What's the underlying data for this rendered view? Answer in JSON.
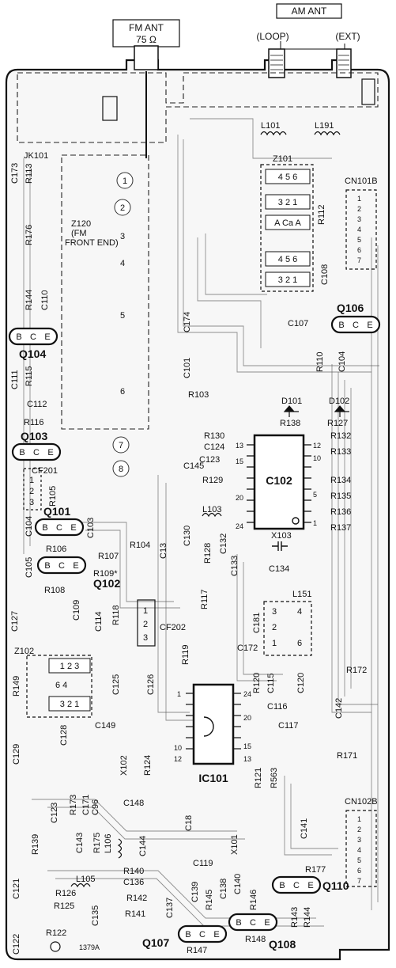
{
  "header": {
    "fm_ant_line1": "FM ANT",
    "fm_ant_line2": "75 Ω",
    "am_ant": "AM  ANT",
    "loop": "(LOOP)",
    "ext": "(EXT)"
  },
  "modules": {
    "jk101": "JK101",
    "z120_line1": "Z120",
    "z120_line2": "(FM",
    "z120_line3": "FRONT END)",
    "z120_pins": [
      "1",
      "2",
      "3",
      "4",
      "5",
      "6",
      "7",
      "8"
    ],
    "z101": "Z101",
    "z101_rows": [
      "4 5 6",
      "3 2 1",
      "A Ca A",
      "4 5 6",
      "3 2 1"
    ],
    "cn101b": "CN101B",
    "cn101b_pins": [
      "1",
      "2",
      "3",
      "4",
      "5",
      "6",
      "7"
    ],
    "cn102b": "CN102B",
    "cn102b_pins": [
      "1",
      "2",
      "3",
      "4",
      "5",
      "6",
      "7"
    ],
    "ic_c102": "C102",
    "ic_ic101": "IC101",
    "cf201": "CF201",
    "cf201_pins": [
      "1",
      "2",
      "3"
    ],
    "cf202": "CF202",
    "cf202_pins": [
      "1",
      "2",
      "3"
    ],
    "z102": "Z102",
    "z102_rows": [
      "1 2 3",
      "6    4",
      "3 2 1"
    ],
    "l151": "L151",
    "l151_pins": [
      "3",
      "4",
      "2",
      "1",
      "6"
    ],
    "x103": "X103",
    "board_code": "1379A"
  },
  "transistor_pins": [
    "B",
    "C",
    "E"
  ],
  "transistors": [
    "Q104",
    "Q103",
    "Q101",
    "Q102",
    "Q106",
    "Q110",
    "Q107",
    "Q108"
  ],
  "components": {
    "l101": "L101",
    "l191": "L191",
    "c173": "C173",
    "r113": "R113",
    "r176": "R176",
    "r144": "R144",
    "c110": "C110",
    "c111": "C111",
    "r115": "R115",
    "c112": "C112",
    "r116": "R116",
    "r105": "R105",
    "c103": "C103",
    "c104": "C104",
    "r106": "R106",
    "r107": "R107",
    "r109": "R109*",
    "r108": "R108",
    "r104": "R104",
    "c105": "C105",
    "c13": "C13",
    "c130": "C130",
    "c174": "C174",
    "c101": "C101",
    "r103": "R103",
    "r110": "R110",
    "c104b": "C104",
    "c107": "C107",
    "c108": "C108",
    "r112": "R112",
    "d101": "D101",
    "d102": "D102",
    "r138": "R138",
    "r127": "R127",
    "r130": "R130",
    "c124": "C124",
    "c123": "C123",
    "c145": "C145",
    "r129": "R129",
    "l103": "L103",
    "r128": "R128",
    "c132": "C132",
    "c133": "C133",
    "c134": "C134",
    "r132": "R132",
    "r133": "R133",
    "r134": "R134",
    "r135": "R135",
    "r136": "R136",
    "r137": "R137",
    "c127": "C127",
    "c109": "C109",
    "c114": "C114",
    "r118": "R118",
    "r117": "R117",
    "r119": "R119",
    "c172": "C172",
    "c181": "C181",
    "r172": "R172",
    "r149": "R149",
    "c129": "C129",
    "c125": "C125",
    "c126": "C126",
    "c128": "C128",
    "c149": "C149",
    "x102": "X102",
    "r124": "R124",
    "c115": "C115",
    "r120": "R120",
    "c120": "C120",
    "c116": "C116",
    "c117": "C117",
    "c142": "C142",
    "r171": "R171",
    "r121": "R121",
    "r563": "R563",
    "c123b": "C123",
    "r173": "R173",
    "c171": "C171",
    "c96": "C96",
    "c148": "C148",
    "r139": "R139",
    "c143": "C143",
    "r175": "R175",
    "l106": "L106",
    "c144": "C144",
    "c18": "C18",
    "x101": "X101",
    "c141": "C141",
    "c119": "C119",
    "r140": "R140",
    "c136": "C136",
    "c137": "C137",
    "c139": "C139",
    "r145": "R145",
    "c138": "C138",
    "c140": "C140",
    "r146": "R146",
    "r177": "R177",
    "l105": "L105",
    "r126": "R126",
    "r125": "R125",
    "c135": "C135",
    "r142": "R142",
    "r141": "R141",
    "c121": "C121",
    "c122": "C122",
    "r122": "R122",
    "r147": "R147",
    "r148": "R148",
    "r143": "R143",
    "r144b": "R144"
  }
}
